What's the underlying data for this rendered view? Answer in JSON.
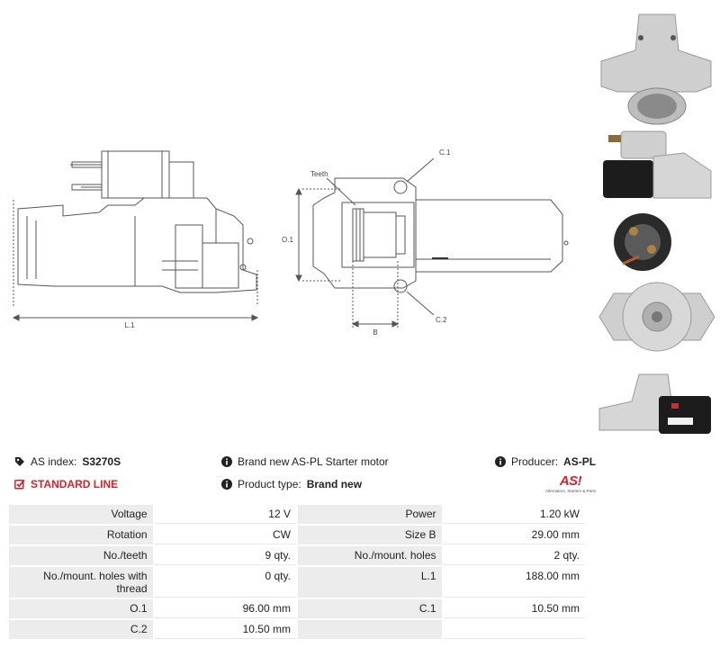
{
  "drawing": {
    "label_l1": "L.1",
    "label_o1": "O.1",
    "label_b": "B",
    "label_c1": "C.1",
    "label_c2": "C.2",
    "label_teeth": "Teeth"
  },
  "info": {
    "as_index_label": "AS index:",
    "as_index_value": "S3270S",
    "description": "Brand new AS-PL Starter motor",
    "producer_label": "Producer:",
    "producer_value": "AS-PL",
    "line": "STANDARD LINE",
    "product_type_label": "Product type:",
    "product_type_value": "Brand new",
    "logo_text": "AS",
    "logo_mark": "!",
    "logo_tagline": "Alternators, Starters & Parts"
  },
  "specs": [
    {
      "l1": "Voltage",
      "v1": "12 V",
      "l2": "Power",
      "v2": "1.20 kW"
    },
    {
      "l1": "Rotation",
      "v1": "CW",
      "l2": "Size B",
      "v2": "29.00 mm"
    },
    {
      "l1": "No./teeth",
      "v1": "9 qty.",
      "l2": "No./mount. holes",
      "v2": "2 qty."
    },
    {
      "l1": "No./mount. holes with thread",
      "v1": "0 qty.",
      "l2": "L.1",
      "v2": "188.00 mm"
    },
    {
      "l1": "O.1",
      "v1": "96.00 mm",
      "l2": "C.1",
      "v2": "10.50 mm"
    },
    {
      "l1": "C.2",
      "v1": "10.50 mm",
      "l2": "",
      "v2": ""
    }
  ]
}
